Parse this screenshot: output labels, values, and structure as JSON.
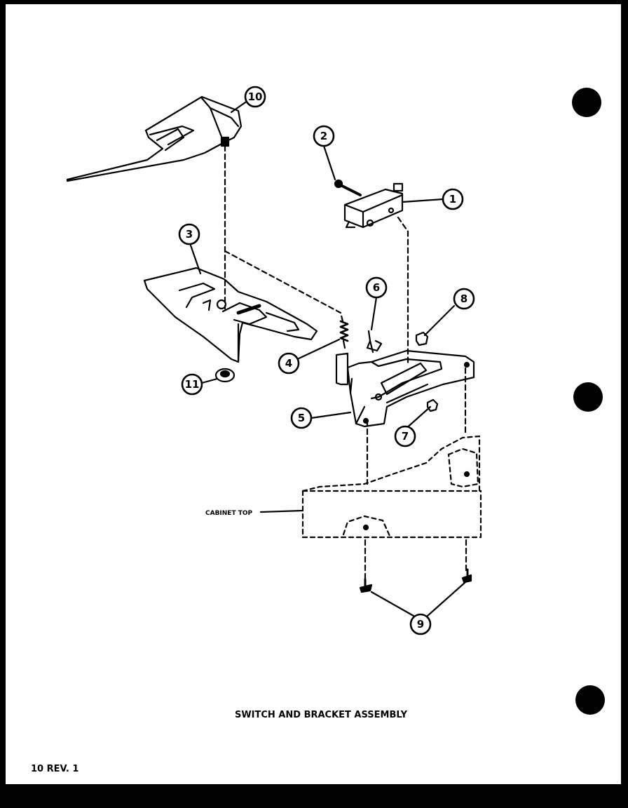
{
  "diagram": {
    "title": "SWITCH AND BRACKET ASSEMBLY",
    "page_number": "10 REV. 1",
    "cabinet_label": "CABINET TOP",
    "callouts": [
      {
        "id": "1",
        "part": "switch"
      },
      {
        "id": "2",
        "part": "screw"
      },
      {
        "id": "3",
        "part": "lever"
      },
      {
        "id": "4",
        "part": "spring"
      },
      {
        "id": "5",
        "part": "bracket"
      },
      {
        "id": "6",
        "part": "clip"
      },
      {
        "id": "7",
        "part": "nut"
      },
      {
        "id": "8",
        "part": "nut"
      },
      {
        "id": "9",
        "part": "screw"
      },
      {
        "id": "10",
        "part": "lid actuator"
      },
      {
        "id": "11",
        "part": "bushing"
      }
    ],
    "colors": {
      "ink": "#000000",
      "paper": "#ffffff",
      "border": "#000000"
    }
  }
}
